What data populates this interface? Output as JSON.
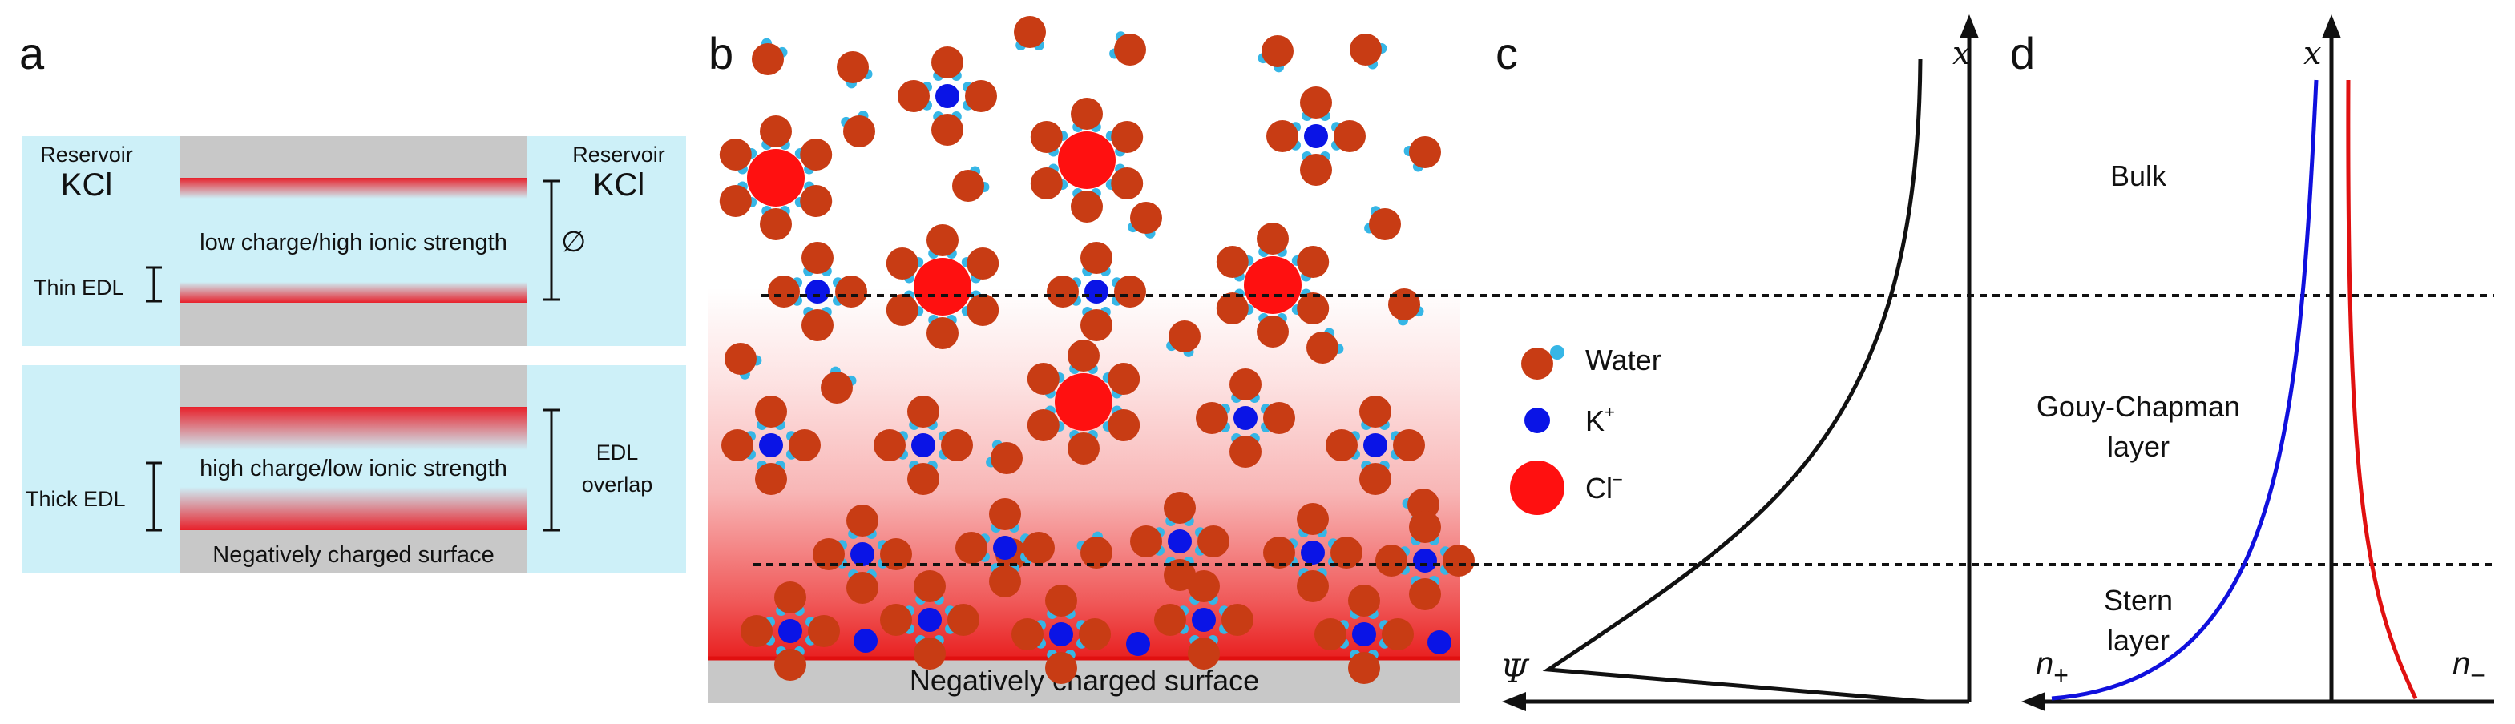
{
  "panels": {
    "a": {
      "letter": "a",
      "reservoir_left_label": "Reservoir",
      "reservoir_left_salt": "KCl",
      "reservoir_right_label": "Reservoir",
      "reservoir_right_salt": "KCl",
      "top_channel_text": "low charge/high ionic strength",
      "top_edl_label": "Thin EDL",
      "diameter_symbol": "∅",
      "bottom_channel_text": "high charge/low ionic strength",
      "bottom_edl_label": "Thick EDL",
      "overlap_label_1": "EDL",
      "overlap_label_2": "overlap",
      "surface_label": "Negatively charged surface",
      "colors": {
        "reservoir": "#cdf0f8",
        "wall": "#c8c8c8",
        "edl_red": "#e8202a"
      }
    },
    "b": {
      "letter": "b",
      "surface_label": "Negatively charged surface",
      "colors": {
        "water": "#c83c14",
        "hydrogen": "#36b6e6",
        "k_ion": "#0a14e6",
        "cl_ion": "#ff1010"
      }
    },
    "legend": {
      "water": "Water",
      "k_base": "K",
      "k_sup": "+",
      "cl_base": "Cl",
      "cl_sup": "−"
    },
    "c": {
      "letter": "c",
      "y_axis": "x",
      "x_axis": "Ψ"
    },
    "d": {
      "letter": "d",
      "y_axis": "x",
      "n_plus_base": "n",
      "n_plus_sub": "+",
      "n_minus_base": "n",
      "n_minus_sub": "−",
      "bulk_label": "Bulk",
      "gouy_label_1": "Gouy-Chapman",
      "gouy_label_2": "layer",
      "stern_label_1": "Stern",
      "stern_label_2": "layer",
      "colors": {
        "n_plus": "#1010dd",
        "n_minus": "#e01010"
      }
    }
  }
}
